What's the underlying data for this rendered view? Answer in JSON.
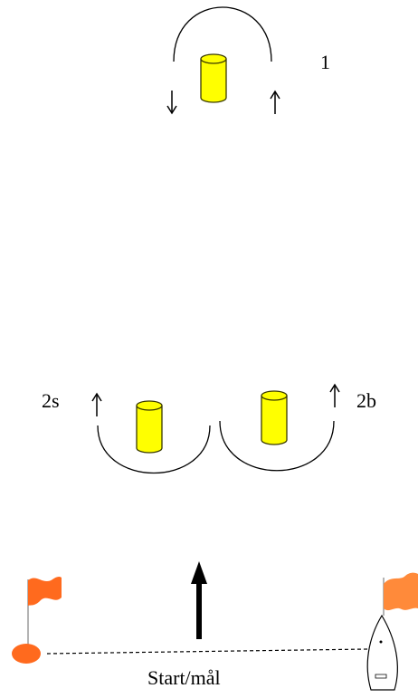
{
  "labels": {
    "mark_1": "1",
    "mark_2s": "2s",
    "mark_2b": "2b",
    "start_finish": "Start/mål"
  },
  "colors": {
    "buoy_fill": "#ffff00",
    "buoy_stroke": "#3a3a00",
    "flag": "#ff6a1e",
    "pin_buoy": "#ff6a1e",
    "line": "#000000"
  },
  "icons": {
    "buoy": "cylinder-buoy-icon",
    "flag": "flag-icon",
    "boat": "sailboat-icon",
    "arrow_up": "arrow-up-icon",
    "arrow_down": "arrow-down-icon"
  }
}
